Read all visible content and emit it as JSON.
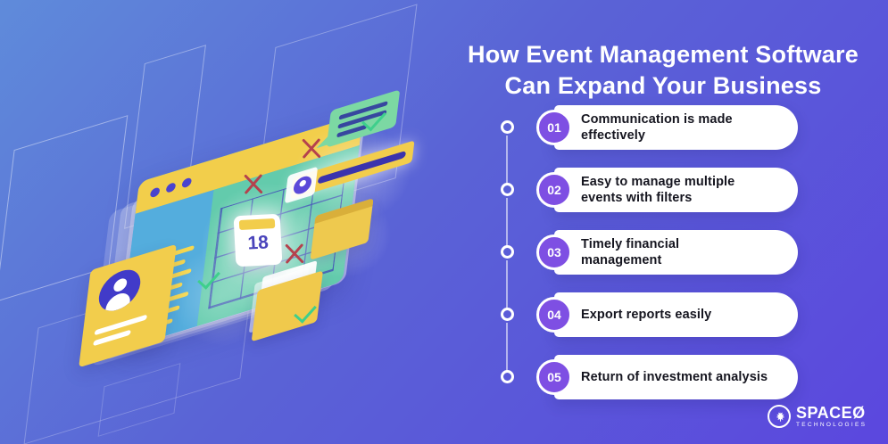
{
  "title": "How Event Management Software\nCan Expand Your Business",
  "items": [
    {
      "num": "01",
      "label": "Communication is made\neffectively"
    },
    {
      "num": "02",
      "label": "Easy to manage multiple\nevents with filters"
    },
    {
      "num": "03",
      "label": "Timely financial\nmanagement"
    },
    {
      "num": "04",
      "label": "Export reports easily"
    },
    {
      "num": "05",
      "label": "Return of investment analysis"
    }
  ],
  "illustration": {
    "date_tile": "18"
  },
  "logo": {
    "name": "SPACEØ",
    "subtitle": "TECHNOLOGIES",
    "icon": "maple-leaf-icon"
  },
  "colors": {
    "background_top": "#5f8bda",
    "background_bottom": "#5b47de",
    "badge_purple": "#7e4fe3",
    "accent_yellow": "#f2ce4b",
    "window_blue": "#54addd",
    "grid_teal": "#63cbac",
    "check_green": "#3ecf8c",
    "cross_red": "#b5414d",
    "text_dark": "#15151f"
  }
}
